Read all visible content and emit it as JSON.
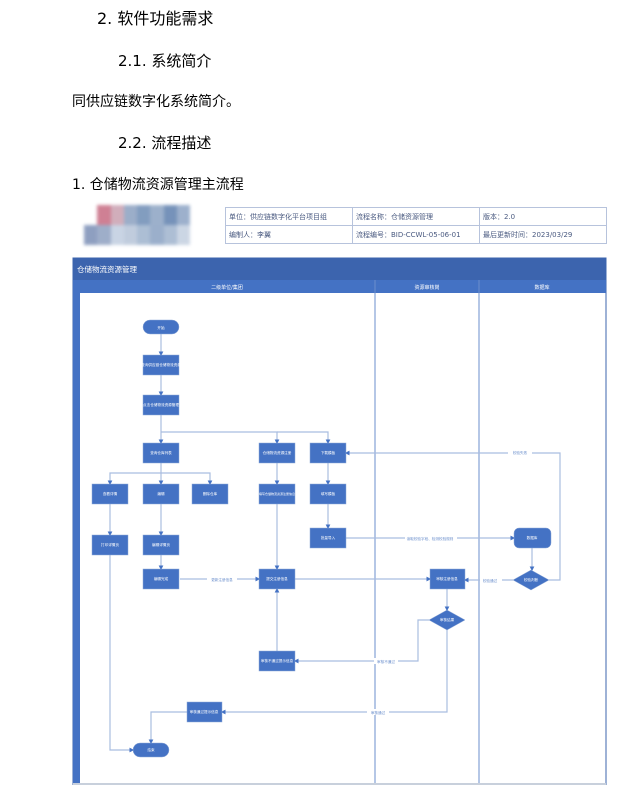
{
  "headings": {
    "h2": "2.  软件功能需求",
    "h3a": "2.1.    系统简介",
    "para": "同供应链数字化系统简介。",
    "h3b": "2.2.    流程描述",
    "list": "1.  仓储物流资源管理主流程"
  },
  "info": {
    "unit": "单位：供应链数字化平台项目组",
    "name": "流程名称：仓储资源管理",
    "version": "版本：2.0",
    "author": "编制人：李翼",
    "code": "流程编号：BID-CCWL-05-06-01",
    "updated": "最后更新时间：2023/03/29"
  },
  "flow": {
    "title": "仓储物流资源管理",
    "lanes": [
      "二级单位/集团",
      "资源审核岗",
      "数据库"
    ],
    "nodes": {
      "start": "开始",
      "n1": "查询供应链仓储物流资源",
      "n2": "点击仓储物流资源管理",
      "n3": "查询仓库列表",
      "n4": "仓储物流资源注册",
      "n5": "下载模板",
      "n6": "查看详情",
      "n7": "编辑",
      "n8": "删除仓库",
      "n9": "填写仓储物流资源注册信息",
      "n10": "填写模板",
      "n11": "打印详情页",
      "n12": "编辑详情页",
      "n13": "批量导入",
      "n14": "编辑完成",
      "n15": "提交注册信息",
      "n16": "审核注册信息",
      "db": "数据库",
      "d1": "校验判断",
      "d2": "审核结果",
      "n17": "审核不通过提示信息",
      "n18": "审核通过提示信息",
      "end": "结束"
    },
    "edges": {
      "e1": "校验失败",
      "e2": "读取校验字段、检测校验规则",
      "e3": "校验通过",
      "e4": "更新注册信息",
      "e5": "审核不通过",
      "e6": "审核通过"
    }
  },
  "colors": {
    "node": "#4472c4",
    "header": "#3c64ae",
    "line": "#a9bde0"
  }
}
